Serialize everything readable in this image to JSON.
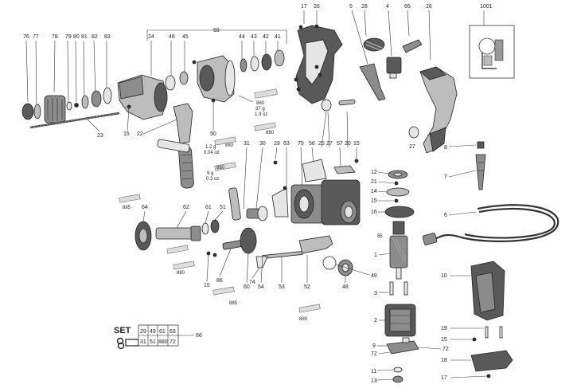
{
  "callouts": {
    "p76": "76",
    "p77": "77",
    "p78": "78",
    "p79": "79",
    "p80": "80",
    "p81": "81",
    "p82": "82",
    "p83": "83",
    "p59": "59",
    "p24": "24",
    "p46": "46",
    "p45": "45",
    "p44": "44",
    "p43": "43",
    "p42": "42",
    "p41": "41",
    "p17a": "17",
    "p26a": "26",
    "p5": "5",
    "p28": "28",
    "p4": "4",
    "p65": "65",
    "p26b": "26",
    "p1001": "1001",
    "p23": "23",
    "p15a": "15",
    "p22": "22",
    "p50": "50",
    "p27a": "27",
    "p31": "31",
    "p30": "30",
    "p29": "29",
    "p63": "63",
    "p75": "75",
    "p56": "56",
    "p25": "25",
    "p27b": "27",
    "p57": "57",
    "p20": "20",
    "p15b": "15",
    "p8": "8",
    "p7": "7",
    "p12": "12",
    "p21": "21",
    "p14": "14",
    "p15c": "15",
    "p16": "16",
    "p6": "6",
    "p64": "64",
    "p62": "62",
    "p61": "61",
    "p51": "51",
    "p85": "85",
    "p1": "1",
    "p49": "49",
    "p48": "48",
    "p10": "10",
    "p15d": "15",
    "p86": "86",
    "p60": "60",
    "p74": "74",
    "p54": "54",
    "p53": "53",
    "p52": "52",
    "p3": "3",
    "p2": "2",
    "p19": "19",
    "p15e": "15",
    "p72a": "72",
    "p9": "9",
    "p72b": "72",
    "p18": "18",
    "p11": "11",
    "p13": "13",
    "p17b": "17",
    "p66": "66"
  },
  "notes": {
    "grease_880": "880",
    "grease_885": "885",
    "spec_a_qty": "37 g",
    "spec_a_oz": "1.3 oz",
    "spec_b_qty": "1.2 g",
    "spec_b_oz": "0.04 oz",
    "spec_c_qty": "9 g",
    "spec_c_oz": "0.3 oz"
  },
  "set_box": {
    "label": "SET",
    "row1": [
      "29",
      "49",
      "61",
      "63"
    ],
    "row2": [
      "31",
      "51",
      "880",
      "72"
    ],
    "ref": "66"
  },
  "colors": {
    "ink": "#222222",
    "part_light": "#bdbdbd",
    "part_mid": "#8c8c8c",
    "part_dark": "#595959"
  }
}
